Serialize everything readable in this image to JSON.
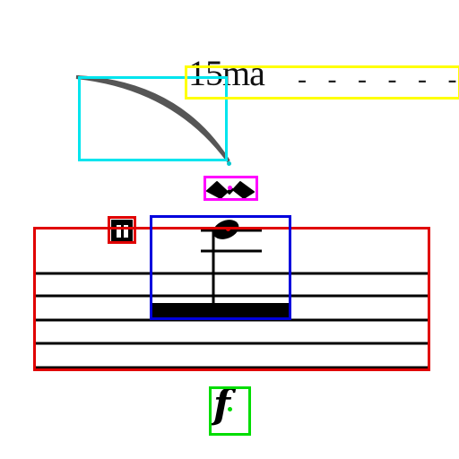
{
  "ottava": {
    "text": "15ma",
    "dashes": "- - - - - -"
  },
  "dynamic": {
    "text": "f"
  },
  "colors": {
    "slur": "#00e5ee",
    "ottava": "#ffff00",
    "ornament": "#ff00ff",
    "staff": "#e00000",
    "note": "#0000dd",
    "dynamic": "#00dd00"
  },
  "annotations": [
    {
      "label": "slur",
      "color": "#00e5ee"
    },
    {
      "label": "ottava",
      "color": "#ffff00"
    },
    {
      "label": "ornament",
      "color": "#ff00ff"
    },
    {
      "label": "accidental",
      "color": "#e00000"
    },
    {
      "label": "staff",
      "color": "#e00000"
    },
    {
      "label": "note",
      "color": "#0000dd"
    },
    {
      "label": "dynamic",
      "color": "#00dd00"
    }
  ]
}
